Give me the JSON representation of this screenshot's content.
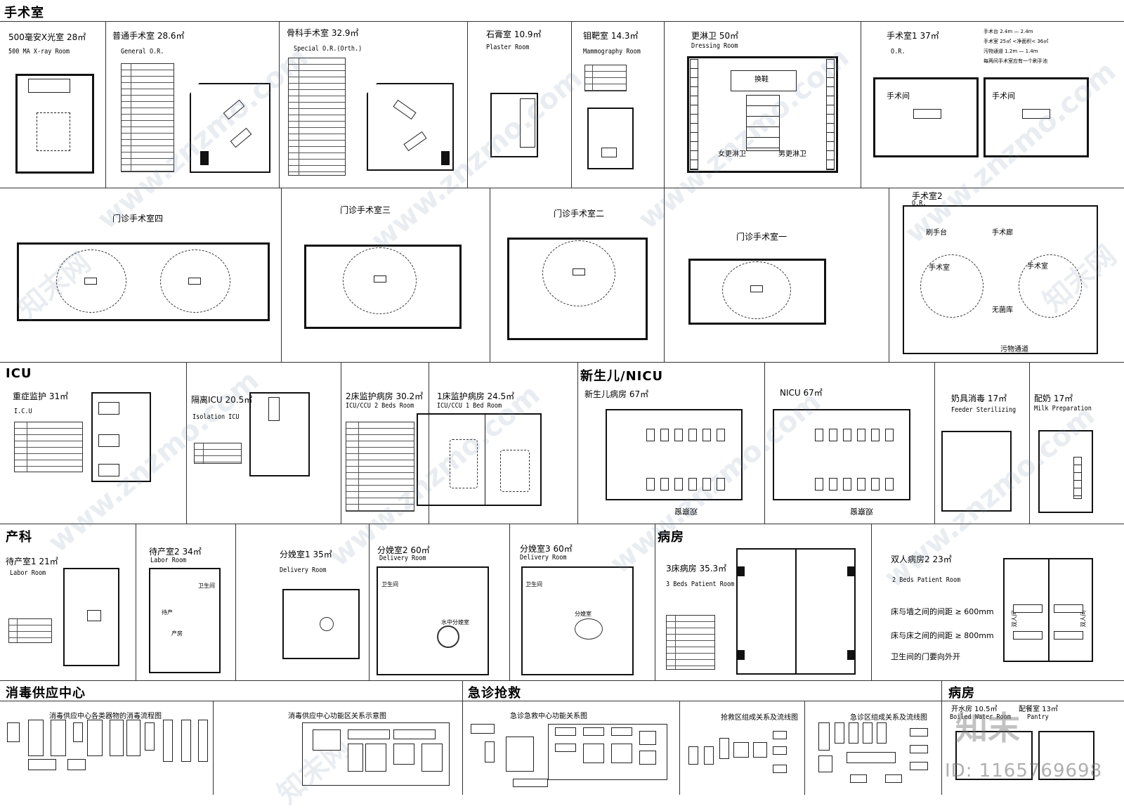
{
  "sections": {
    "or": "手术室",
    "icu": "ICU",
    "nicu": "新生儿/NICU",
    "obstetrics": "产科",
    "ward": "病房",
    "cssd": "消毒供应中心",
    "emergency": "急诊抢救",
    "ward2": "病房"
  },
  "rooms": {
    "xray": {
      "cn": "500毫安X光室  28㎡",
      "en": "500 MA X-ray Room"
    },
    "general_or": {
      "cn": "普通手术室  28.6㎡",
      "en": "General O.R."
    },
    "ortho_or": {
      "cn": "骨科手术室  32.9㎡",
      "en": "Special O.R.(Orth.)"
    },
    "plaster": {
      "cn": "石膏室  10.9㎡",
      "en": "Plaster Room"
    },
    "mammo": {
      "cn": "钼靶室  14.3㎡",
      "en": "Mammography Room"
    },
    "dressing": {
      "cn": "更淋卫  50㎡",
      "en": "Dressing Room",
      "women": "女更淋卫",
      "men": "男更淋卫",
      "shoe": "换鞋"
    },
    "or1": {
      "cn": "手术室1  37㎡",
      "en": "O.R.",
      "notes": [
        "手术台  2.4m — 2.4m",
        "手术室  25㎡ <净面积< 36㎡",
        "污物通道  1.2m — 1.4m",
        "每两间手术室应有一个刷手池"
      ],
      "label_a": "手术间",
      "label_b": "手术间"
    },
    "clinic4": {
      "cn": "门诊手术室四"
    },
    "clinic3": {
      "cn": "门诊手术室三"
    },
    "clinic2": {
      "cn": "门诊手术室二"
    },
    "clinic1": {
      "cn": "门诊手术室一"
    },
    "or2": {
      "cn": "手术室2",
      "en": "O.R.",
      "scrub": "刷手台",
      "corridor": "手术廊",
      "room_a": "手术室",
      "room_b": "手术室",
      "sterile": "无菌库",
      "dirty": "污物通道"
    },
    "icu_room": {
      "cn": "重症监护  31㎡",
      "en": "I.C.U"
    },
    "isolation": {
      "cn": "隔离ICU  20.5㎡",
      "en": "Isolation ICU"
    },
    "ccu2": {
      "cn": "2床监护病房  30.2㎡",
      "en": "ICU/CCU 2 Beds Room"
    },
    "ccu1": {
      "cn": "1床监护病房  24.5㎡",
      "en": "ICU/CCU 1 Bed Room"
    },
    "neonatal": {
      "cn": "新生儿病房  67㎡",
      "viewing": "观察窗"
    },
    "nicu": {
      "cn": "NICU  67㎡",
      "viewing": "观察窗"
    },
    "feeder": {
      "cn": "奶具消毒  17㎡",
      "en": "Feeder Sterilizing"
    },
    "milk": {
      "cn": "配奶  17㎡",
      "en": "Milk Preparation"
    },
    "labor1": {
      "cn": "待产室1  21㎡",
      "en": "Labor Room"
    },
    "labor2": {
      "cn": "待产室2  34㎡",
      "en": "Labor Room",
      "toilet": "卫生间",
      "wait": "待产",
      "deliver": "产房"
    },
    "delivery1": {
      "cn": "分娩室1  35㎡",
      "en": "Delivery Room"
    },
    "delivery2": {
      "cn": "分娩室2  60㎡",
      "en": "Delivery Room",
      "toilet": "卫生间",
      "water": "水中分娩室"
    },
    "delivery3": {
      "cn": "分娩室3  60㎡",
      "en": "Delivery Room",
      "toilet": "卫生间",
      "label": "分娩室"
    },
    "beds3": {
      "cn": "3床病房  35.3㎡",
      "en": "3 Beds Patient Room"
    },
    "beds2": {
      "cn": "双人病房2  23㎡",
      "en": "2 Beds Patient Room",
      "rules": [
        "床与墙之间的间距  ≥ 600mm",
        "床与床之间的间距  ≥ 800mm",
        "卫生间的门要向外开"
      ],
      "label_a": "双人间",
      "label_b": "双人间"
    },
    "boiled": {
      "cn": "开水房  10.5㎡",
      "en": "Boiled Water Room"
    },
    "pantry": {
      "cn": "配餐室  13㎡",
      "en": "Pantry"
    }
  },
  "diagrams": {
    "cssd_flow": "消毒供应中心各类器物的消毒流程图",
    "cssd_zone": "消毒供应中心功能区关系示意图",
    "er_relation": "急诊急救中心功能关系图",
    "rescue": "抢救区组成关系及流线图",
    "er_zone": "急诊区组成关系及流线图"
  },
  "watermark": {
    "logo": "知末",
    "id": "ID: 1165769698",
    "site": "www.znzmo.com",
    "site_cn": "知末网"
  }
}
